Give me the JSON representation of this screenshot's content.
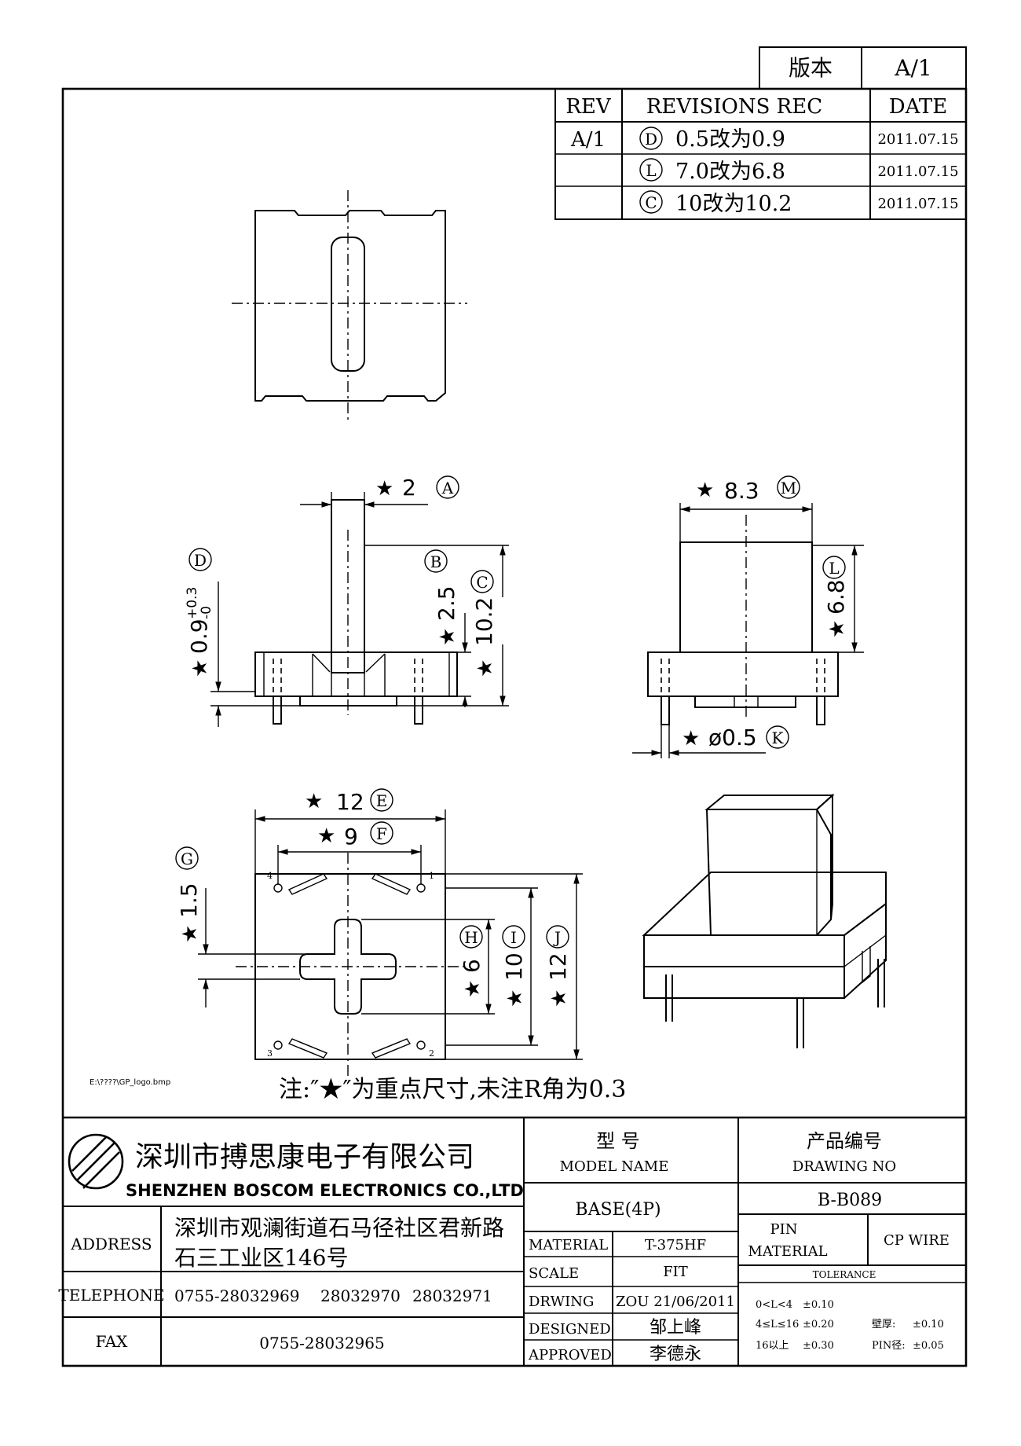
{
  "version_box": {
    "label": "版本",
    "value": "A/1"
  },
  "revisions": {
    "headers": {
      "rev": "REV",
      "rec": "REVISIONS REC",
      "date": "DATE"
    },
    "rows": [
      {
        "rev": "A/1",
        "mark": "D",
        "text": "0.5改为0.9",
        "date": "2011.07.15"
      },
      {
        "rev": "",
        "mark": "L",
        "text": "7.0改为6.8",
        "date": "2011.07.15"
      },
      {
        "rev": "",
        "mark": "C",
        "text": "10改为10.2",
        "date": "2011.07.15"
      }
    ]
  },
  "dims": {
    "star": "★",
    "a": {
      "value": "2",
      "mark": "A"
    },
    "b": {
      "value": "2.5",
      "mark": "B"
    },
    "c": {
      "value": "10.2",
      "mark": "C"
    },
    "d": {
      "value": "0.9",
      "tol_plus": "+0.3",
      "tol_minus": "-0",
      "mark": "D"
    },
    "m": {
      "value": "8.3",
      "mark": "M"
    },
    "l": {
      "value": "6.8",
      "mark": "L"
    },
    "k": {
      "value": "ø0.5",
      "mark": "K"
    },
    "e": {
      "value": "12",
      "mark": "E"
    },
    "f": {
      "value": "9",
      "mark": "F"
    },
    "g": {
      "value": "1.5",
      "mark": "G"
    },
    "h": {
      "value": "6",
      "mark": "H"
    },
    "i": {
      "value": "10",
      "mark": "I"
    },
    "j": {
      "value": "12",
      "mark": "J"
    }
  },
  "pin_numbers": [
    "1",
    "2",
    "3",
    "4"
  ],
  "logo_file": "E:\\????\\GP_logo.bmp",
  "note": "注:″★″为重点尺寸,未注R角为0.3",
  "company": {
    "name_cn": "深圳市搏思康电子有限公司",
    "name_en": "SHENZHEN BOSCOM ELECTRONICS CO.,LTD"
  },
  "info": {
    "address_label": "ADDRESS",
    "address_line1": "深圳市观澜街道石马径社区君新路",
    "address_line2": "石三工业区146号",
    "telephone_label": "TELEPHONE",
    "telephone_1": "0755-28032969",
    "telephone_2": "28032970",
    "telephone_3": "28032971",
    "fax_label": "FAX",
    "fax": "0755-28032965"
  },
  "model": {
    "label_cn": "型    号",
    "label_en": "MODEL NAME",
    "value": "BASE(4P)"
  },
  "drawing_no": {
    "label_cn": "产品编号",
    "label_en": "DRAWING NO",
    "value": "B-B089"
  },
  "spec": {
    "material_label": "MATERIAL",
    "material": "T-375HF",
    "scale_label": "SCALE",
    "scale": "FIT",
    "drwing_label": "DRWING",
    "drwing": "ZOU 21/06/2011",
    "designed_label": "DESIGNED",
    "designed": "邹上峰",
    "approved_label": "APPROVED",
    "approved": "李德永"
  },
  "pin_material": {
    "label_1": "PIN",
    "label_2": "MATERIAL",
    "value": "CP WIRE"
  },
  "tolerance": {
    "title": "TOLERANCE",
    "row1_range": "0<L<4",
    "row1_tol": "±0.10",
    "row2_range": "4≤L≤16",
    "row2_tol": "±0.20",
    "row3_range": "16以上",
    "row3_tol": "±0.30",
    "wall_label": "壁厚:",
    "wall_tol": "±0.10",
    "pin_label": "PIN径:",
    "pin_tol": "±0.05"
  }
}
